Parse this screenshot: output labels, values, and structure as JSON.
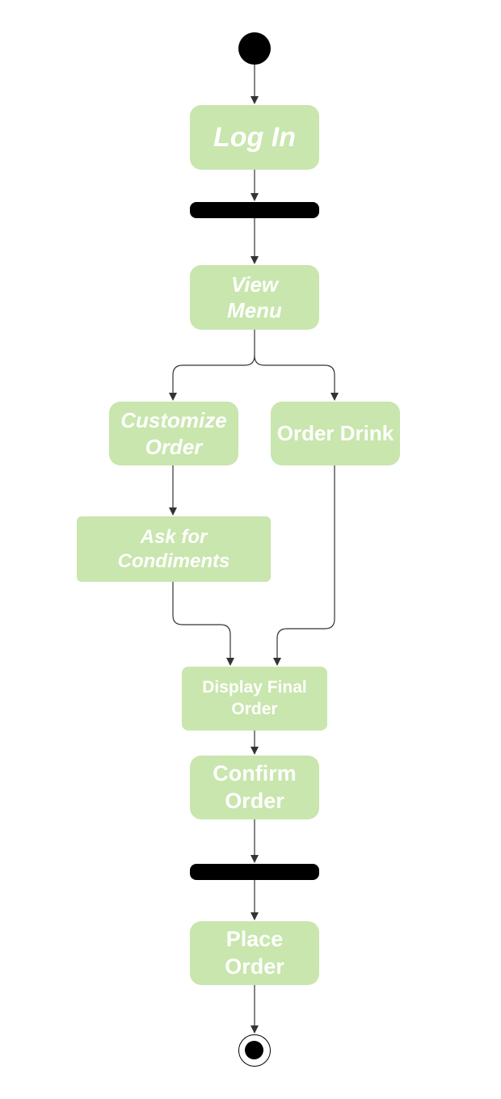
{
  "colors": {
    "activity_fill": "#c8e6ad",
    "activity_text": "#ffffff",
    "edge": "#333333",
    "bar": "#000000"
  },
  "nodes": {
    "log_in": "Log In",
    "view_menu": "View\nMenu",
    "customize_order": "Customize\nOrder",
    "order_drink": "Order Drink",
    "ask_condiments": "Ask for\nCondiments",
    "display_final_order": "Display Final\nOrder",
    "confirm_order": "Confirm\nOrder",
    "place_order": "Place\nOrder"
  },
  "edges": [
    {
      "from": "start",
      "to": "log_in"
    },
    {
      "from": "log_in",
      "to": "fork-bar-1"
    },
    {
      "from": "fork-bar-1",
      "to": "view_menu"
    },
    {
      "from": "view_menu",
      "to": "customize_order"
    },
    {
      "from": "view_menu",
      "to": "order_drink"
    },
    {
      "from": "customize_order",
      "to": "ask_condiments"
    },
    {
      "from": "ask_condiments",
      "to": "display_final_order"
    },
    {
      "from": "order_drink",
      "to": "display_final_order"
    },
    {
      "from": "display_final_order",
      "to": "confirm_order"
    },
    {
      "from": "confirm_order",
      "to": "join-bar-2"
    },
    {
      "from": "join-bar-2",
      "to": "place_order"
    },
    {
      "from": "place_order",
      "to": "end"
    }
  ]
}
